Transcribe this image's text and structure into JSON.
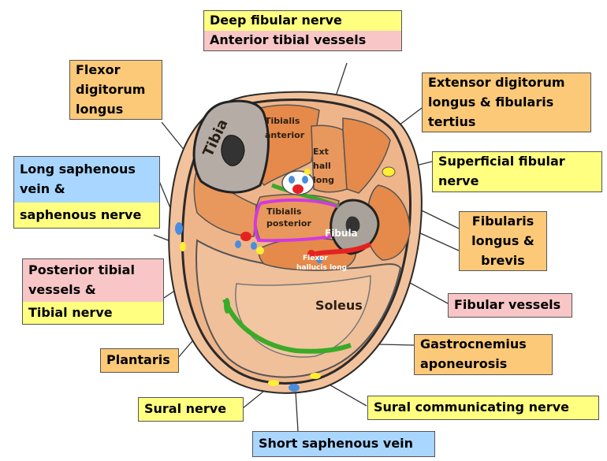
{
  "labels": {
    "deep_fibular_nerve": "Deep fibular nerve",
    "anterior_tibial_vessels": "Anterior tibial vessels",
    "flexor_digitorum_longus": [
      "Flexor",
      "digitorum",
      "longus"
    ],
    "extensor_digitorum": [
      "Extensor digitorum",
      "longus & fibularis",
      "tertius"
    ],
    "long_saphenous_vein": [
      "Long saphenous",
      "vein &"
    ],
    "saphenous_nerve": "saphenous nerve",
    "superficial_fibular_nerve": [
      "Superficial fibular",
      "nerve"
    ],
    "fibularis_longus_brevis": [
      "Fibularis",
      "longus &",
      "brevis"
    ],
    "posterior_tibial_vessels": [
      "Posterior tibial",
      "vessels &"
    ],
    "tibial_nerve": "Tibial nerve",
    "fibular_vessels": "Fibular vessels",
    "gastrocnemius_aponeurosis": [
      "Gastrocnemius",
      "aponeurosis"
    ],
    "plantaris": "Plantaris",
    "sural_nerve": "Sural nerve",
    "sural_communicating_nerve": "Sural communicating nerve",
    "short_saphenous_vein": "Short saphenous vein"
  },
  "in_figure": {
    "tibia": "Tibia",
    "tibialis_anterior": [
      "Tibialis",
      "anterior"
    ],
    "ext_hall_long": [
      "Ext",
      "hall",
      "long"
    ],
    "tibialis_posterior": [
      "Tibialis",
      "posterior"
    ],
    "fibula": "Fibula",
    "flexor_hallucis_long": [
      "Flexor",
      "hallucis long"
    ],
    "soleus": "Soleus"
  },
  "colors": {
    "yellow_label": "#ffff80",
    "orange_label": "#fbc978",
    "blue_label": "#a9d6ff",
    "pink_label": "#f8c6c6",
    "muscle_orange": "#e58a4a",
    "muscle_tan": "#efb58a",
    "bone_gray": "#b4aca5",
    "nerve_yellow": "#ffee33",
    "vein_blue": "#4a8ddf",
    "artery_red": "#e52222",
    "green_membrane": "#3aaa28",
    "magenta": "#d13ae0"
  }
}
